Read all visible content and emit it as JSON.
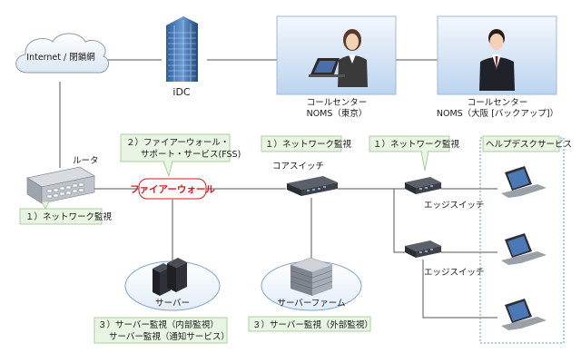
{
  "nodes": {
    "internet": "Internet / 閉鎖網",
    "idc": "iDC",
    "callcenter_tokyo": [
      "コールセンター",
      "NOMS（東京）"
    ],
    "callcenter_osaka": [
      "コールセンター",
      "NOMS（大阪 [バックアップ]）"
    ],
    "router": "ルータ",
    "firewall": "ファイアーウォール",
    "core_switch": "コアスイッチ",
    "edge_switch_top": "エッジスイッチ",
    "edge_switch_bottom": "エッジスイッチ",
    "server": "サーバー",
    "server_farm": "サーバーファーム",
    "helpdesk": "ヘルプデスクサービス"
  },
  "callouts": {
    "router_monitor": "１）ネットワーク監視",
    "fss": [
      "２）ファイアーウォール・",
      "サポート・サービス(FSS)"
    ],
    "core_monitor": "１）ネットワーク監視",
    "edge_monitor": "１）ネットワーク監視",
    "server_monitor": [
      "３）サーバー監視（内部監視）",
      "サーバー監視（通知サービス）"
    ],
    "farm_monitor": "３）サーバー監視（外部監視）"
  },
  "colors": {
    "callout_fill": "#e9f5e3",
    "callout_border": "#9cc48c",
    "firewall_text": "#e0141e",
    "panel_fill": "#cfe0f4",
    "line": "#555555"
  }
}
